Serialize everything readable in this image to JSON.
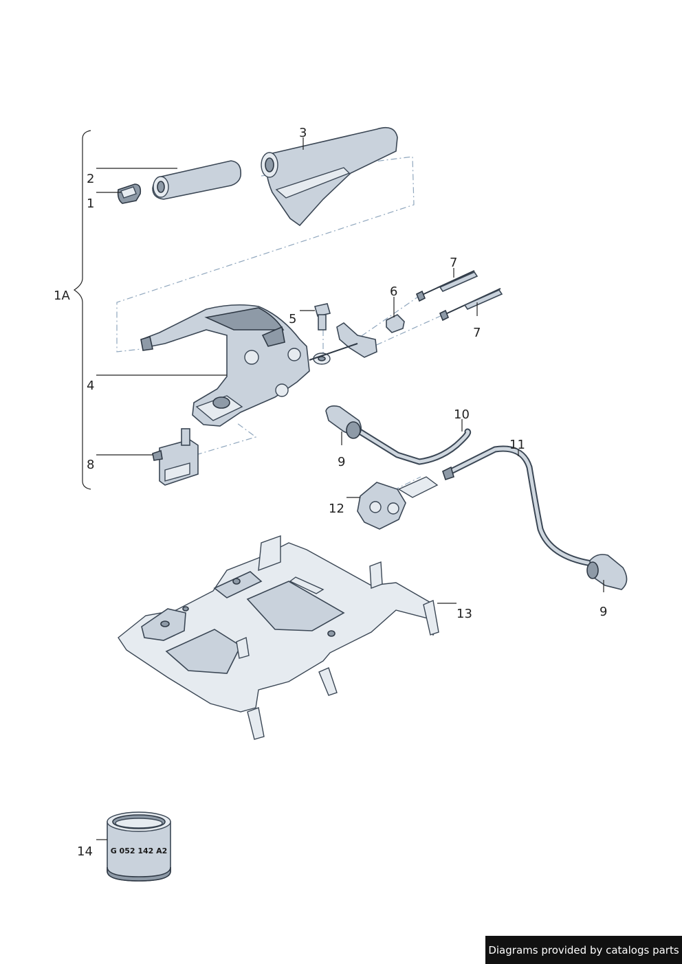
{
  "labels": {
    "l1": "1",
    "l1a": "1A",
    "l2": "2",
    "l3": "3",
    "l4": "4",
    "l5": "5",
    "l6": "6",
    "l7a": "7",
    "l7b": "7",
    "l8": "8",
    "l9a": "9",
    "l9b": "9",
    "l10": "10",
    "l11": "11",
    "l12": "12",
    "l13": "13",
    "l14": "14"
  },
  "part_marking": "G 052 142 A2",
  "footer": "Diagrams provided by catalogs parts",
  "colors": {
    "line": "#222222",
    "dash": "#8fa6bd",
    "part_fill": "#c9d2dc",
    "footer_bg": "#111111"
  }
}
